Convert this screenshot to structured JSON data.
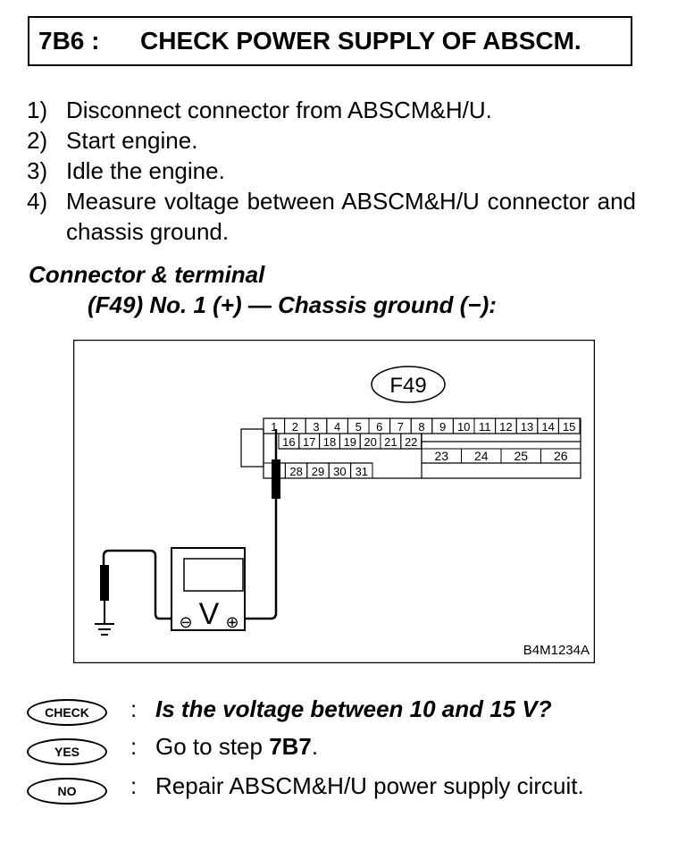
{
  "header": {
    "step_code": "7B6 :",
    "title": "CHECK POWER SUPPLY OF ABSCM."
  },
  "steps": [
    {
      "num": "1)",
      "text": "Disconnect connector from ABSCM&H/U."
    },
    {
      "num": "2)",
      "text": "Start engine."
    },
    {
      "num": "3)",
      "text": "Idle the engine."
    },
    {
      "num": "4)",
      "text": "Measure voltage between ABSCM&H/U connector and chassis ground."
    }
  ],
  "connector": {
    "label": "Connector & terminal",
    "spec": "(F49) No. 1 (+) — Chassis ground (−):"
  },
  "diagram": {
    "connector_id": "F49",
    "row1": [
      "1",
      "2",
      "3",
      "4",
      "5",
      "6",
      "7",
      "8",
      "9",
      "10",
      "11",
      "12",
      "13",
      "14",
      "15"
    ],
    "row2": [
      "16",
      "17",
      "18",
      "19",
      "20",
      "21",
      "22"
    ],
    "row2_large": [
      "23",
      "24",
      "25",
      "26"
    ],
    "row3": [
      "2",
      "28",
      "29",
      "30",
      "31"
    ],
    "meter_symbol": "V",
    "meter_minus": "⊖",
    "meter_plus": "⊕",
    "figure_code": "B4M1234A"
  },
  "results": {
    "check_badge": "CHECK",
    "check_text": "Is the voltage between 10 and 15 V?",
    "yes_badge": "YES",
    "yes_prefix": "Go to step ",
    "yes_step": "7B7",
    "yes_suffix": ".",
    "no_badge": "NO",
    "no_text": "Repair ABSCM&H/U power supply circuit.",
    "colon": ":"
  }
}
